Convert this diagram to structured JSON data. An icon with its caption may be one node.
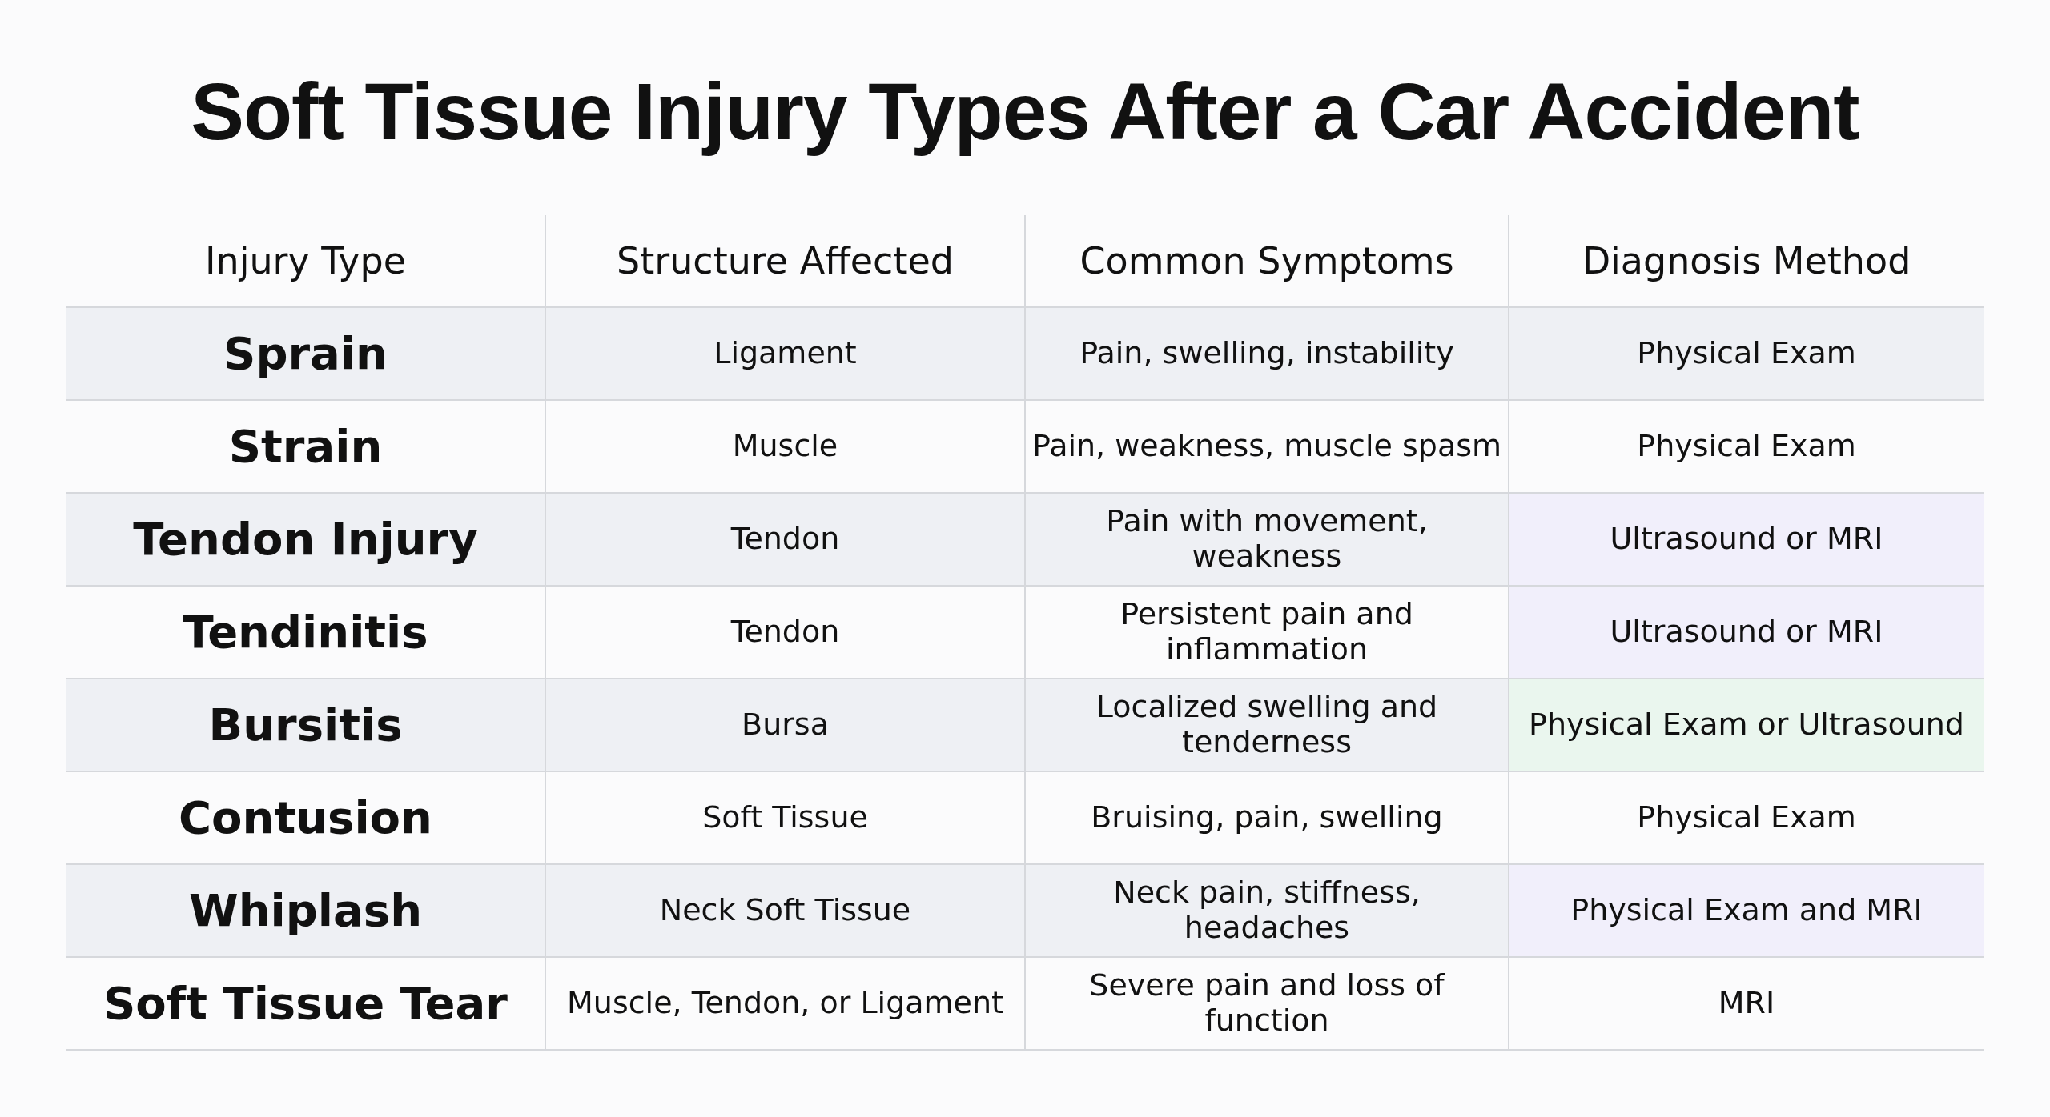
{
  "diagram": {
    "title": "Soft Tissue Injury Types After a Car Accident",
    "labels": [
      "Injury Type",
      "Structure Affected",
      "Common Symptoms",
      "Diagnosis Method",
      "Sprain",
      "Ligament",
      "Pain, swelling, instability",
      "Physical Exam",
      "Strain",
      "Muscle",
      "Pain, weakness, muscle spasm",
      "Physical Exam",
      "Tendon Injury",
      "Tendon",
      "Pain with movement, weakness",
      "Ultrasound or MRI",
      "Tendinitis",
      "Tendon",
      "Persistent pain and inflammation",
      "Ultrasound or MRI",
      "Bursitis",
      "Bursa",
      "Localized swelling and tenderness",
      "Physical Exam or Ultrasound",
      "Contusion",
      "Soft Tissue",
      "Bruising, pain, swelling",
      "Physical Exam",
      "Whiplash",
      "Neck Soft Tissue",
      "Neck pain, stiffness, headaches",
      "Physical Exam and MRI",
      "Soft Tissue Tear",
      "Muscle, Tendon, or Ligament",
      "Severe pain and loss of function",
      "MRI"
    ]
  }
}
